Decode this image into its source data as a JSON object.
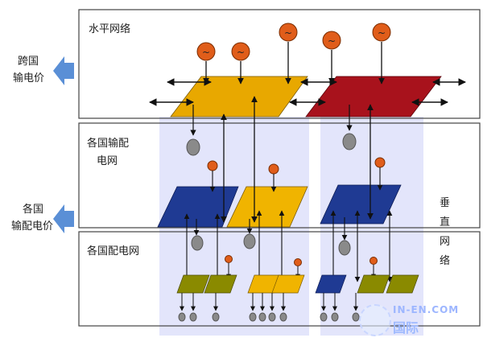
{
  "labels": {
    "layer_top": "水平网络",
    "layer_mid_line1": "各国输配",
    "layer_mid_line2": "电网",
    "layer_bottom": "各国配电网",
    "left_top_line1": "跨国",
    "left_top_line2": "输电价",
    "left_mid_line1": "各国",
    "left_mid_line2": "输配电价",
    "vertical_network": [
      "垂",
      "直",
      "网",
      "络"
    ]
  },
  "generator_symbol": "~",
  "watermark": {
    "line1": "IN-EN.COM",
    "line2": "国际"
  },
  "colors": {
    "orange_plate": "#e8a800",
    "red_plate": "#a8121c",
    "blue_plate": "#1f3a93",
    "yellow_plate": "#f0b400",
    "olive_plate": "#8a8a00",
    "generator": "#e05d1a",
    "load": "#8a8a8a",
    "arrow_blue": "#5a8fd6",
    "panel_highlight": "#e3e5fb"
  }
}
